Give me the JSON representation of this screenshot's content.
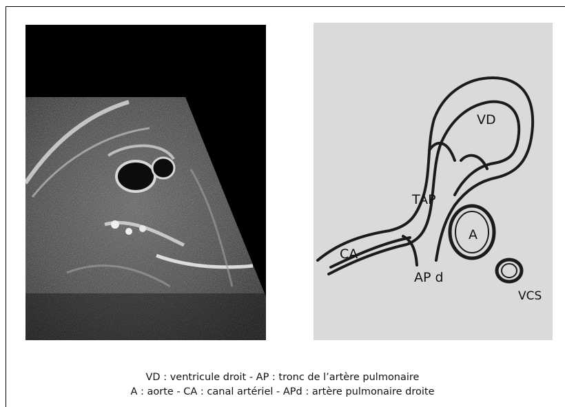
{
  "sketch_labels": {
    "vd": "VD",
    "tap": "TAP",
    "a": "A",
    "ca": "CA",
    "apd": "AP d",
    "vcs": "VCS"
  },
  "caption": {
    "line1": "VD : ventricule droit - AP : tronc de l’artère pulmonaire",
    "line2": "A : aorte - CA : canal artériel - APd : artère pulmonaire droite"
  }
}
